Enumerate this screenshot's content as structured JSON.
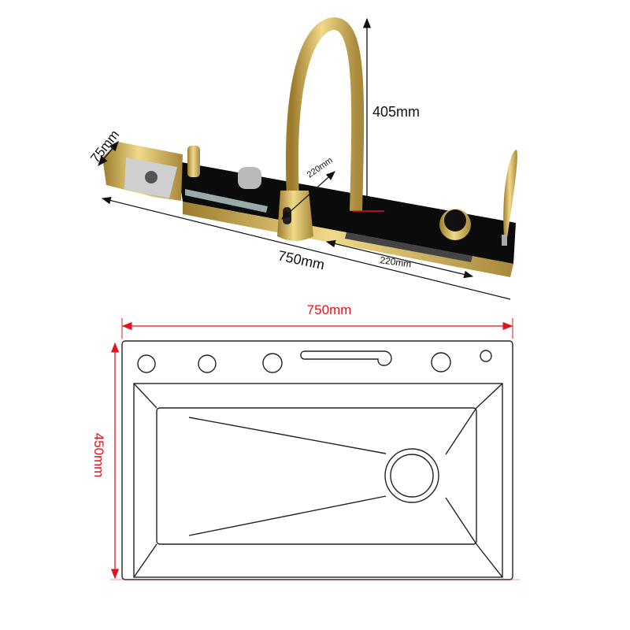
{
  "top_view": {
    "depth_label": "75mm",
    "height_label": "405mm",
    "reach_label": "220mm",
    "length_label": "750mm",
    "panel_segment_label": "220mm"
  },
  "plan_view": {
    "width_label": "750mm",
    "depth_label": "450mm"
  },
  "colors": {
    "gold": "#c9a94e",
    "panel": "#0b0b0b",
    "dimension_red": "#e0141e",
    "outline": "#222222"
  }
}
